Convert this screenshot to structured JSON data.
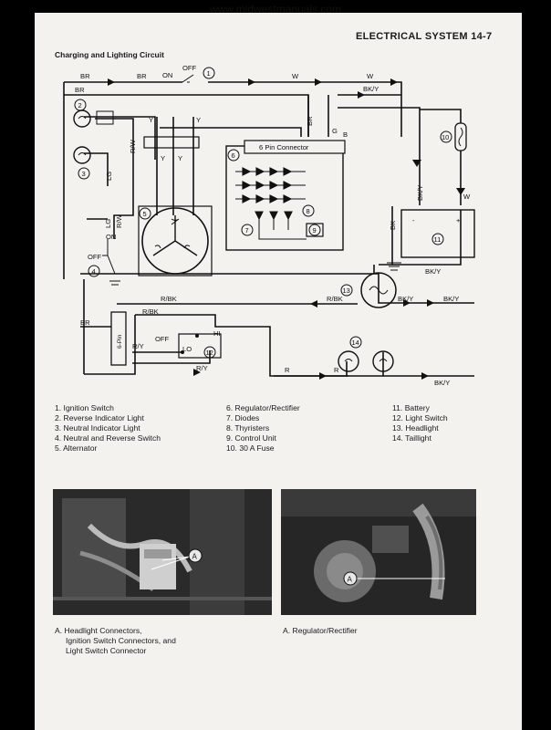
{
  "page": {
    "website": "www.midwestmanuals.com",
    "section_header": "ELECTRICAL SYSTEM 14-7",
    "diagram_title": "Charging and Lighting Circuit"
  },
  "diagram": {
    "wire_labels": [
      "BR",
      "BR",
      "BR",
      "W",
      "W",
      "BK/Y",
      "BR",
      "G",
      "B",
      "Y",
      "Y",
      "Y",
      "Y",
      "R/W",
      "LG",
      "LG",
      "R/W",
      "BK/Y",
      "W",
      "BK",
      "BK/Y",
      "R/BK",
      "R/BK",
      "R/BK",
      "BK/Y",
      "BK/Y",
      "BR",
      "R/Y",
      "R/Y",
      "R",
      "R",
      "BK/Y"
    ],
    "switch_labels": [
      "ON",
      "OFF",
      "ON",
      "OFF",
      "OFF",
      "HI",
      "LO"
    ],
    "component_labels": {
      "connector6": "6 Pin Connector",
      "connector6_side": "6-Pin"
    },
    "numbers": [
      "1",
      "2",
      "3",
      "4",
      "5",
      "6",
      "7",
      "8",
      "9",
      "10",
      "11",
      "12",
      "13",
      "14"
    ],
    "battery_terminals": [
      "-",
      "+"
    ]
  },
  "legend": {
    "col1": [
      "1.  Ignition Switch",
      "2.  Reverse Indicator Light",
      "3.  Neutral Indicator Light",
      "4.  Neutral and Reverse Switch",
      "5.  Alternator"
    ],
    "col2": [
      "6.  Regulator/Rectifier",
      "7.  Diodes",
      "8.  Thyristers",
      "9.  Control Unit",
      "10.  30 A Fuse"
    ],
    "col3": [
      "11.  Battery",
      "12.  Light Switch",
      "13.  Headlight",
      "14.  Taillight"
    ]
  },
  "photos": {
    "left": {
      "marker": "A",
      "caption": [
        "A. Headlight Connectors,",
        "Ignition Switch Connectors, and",
        "Light Switch Connector"
      ]
    },
    "right": {
      "marker": "A",
      "caption": [
        "A. Regulator/Rectifier"
      ]
    }
  }
}
